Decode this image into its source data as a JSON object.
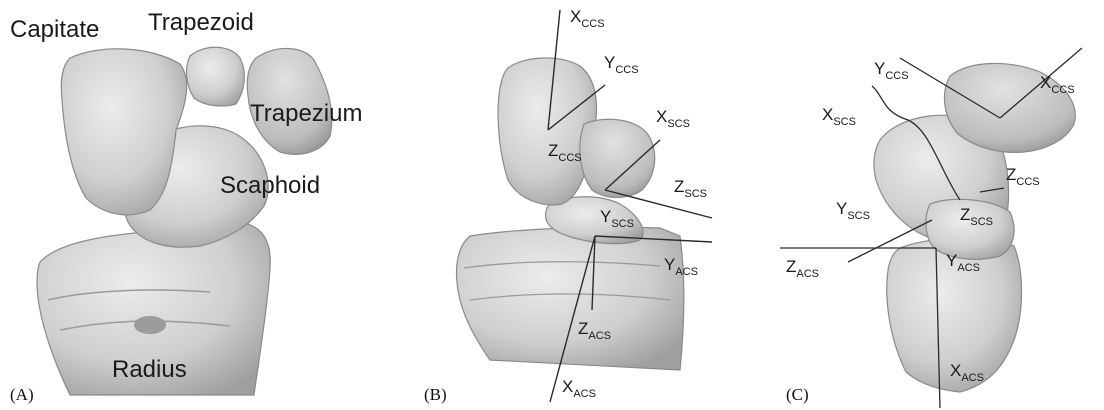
{
  "panels": {
    "a": {
      "tag": "(A)",
      "bone_labels": {
        "capitate": "Capitate",
        "trapezoid": "Trapezoid",
        "trapezium": "Trapezium",
        "scaphoid": "Scaphoid",
        "radius": "Radius"
      }
    },
    "b": {
      "tag": "(B)",
      "axes": {
        "x_ccs": {
          "main": "X",
          "sub": "CCS"
        },
        "y_ccs": {
          "main": "Y",
          "sub": "CCS"
        },
        "x_scs": {
          "main": "X",
          "sub": "SCS"
        },
        "z_ccs": {
          "main": "Z",
          "sub": "CCS"
        },
        "z_scs": {
          "main": "Z",
          "sub": "SCS"
        },
        "y_scs": {
          "main": "Y",
          "sub": "SCS"
        },
        "y_acs": {
          "main": "Y",
          "sub": "ACS"
        },
        "z_acs": {
          "main": "Z",
          "sub": "ACS"
        },
        "x_acs": {
          "main": "X",
          "sub": "ACS"
        }
      }
    },
    "c": {
      "tag": "(C)",
      "axes": {
        "y_ccs": {
          "main": "Y",
          "sub": "CCS"
        },
        "x_ccs": {
          "main": "X",
          "sub": "CCS"
        },
        "x_scs": {
          "main": "X",
          "sub": "SCS"
        },
        "z_ccs": {
          "main": "Z",
          "sub": "CCS"
        },
        "y_scs": {
          "main": "Y",
          "sub": "SCS"
        },
        "z_scs": {
          "main": "Z",
          "sub": "SCS"
        },
        "z_acs": {
          "main": "Z",
          "sub": "ACS"
        },
        "y_acs": {
          "main": "Y",
          "sub": "ACS"
        },
        "x_acs": {
          "main": "X",
          "sub": "ACS"
        }
      }
    }
  },
  "colors": {
    "bone_fill": "#d4d4d4",
    "bone_shadow": "#a9a9a9",
    "axis_line": "#2a2a2a",
    "text": "#1a1a1a"
  }
}
